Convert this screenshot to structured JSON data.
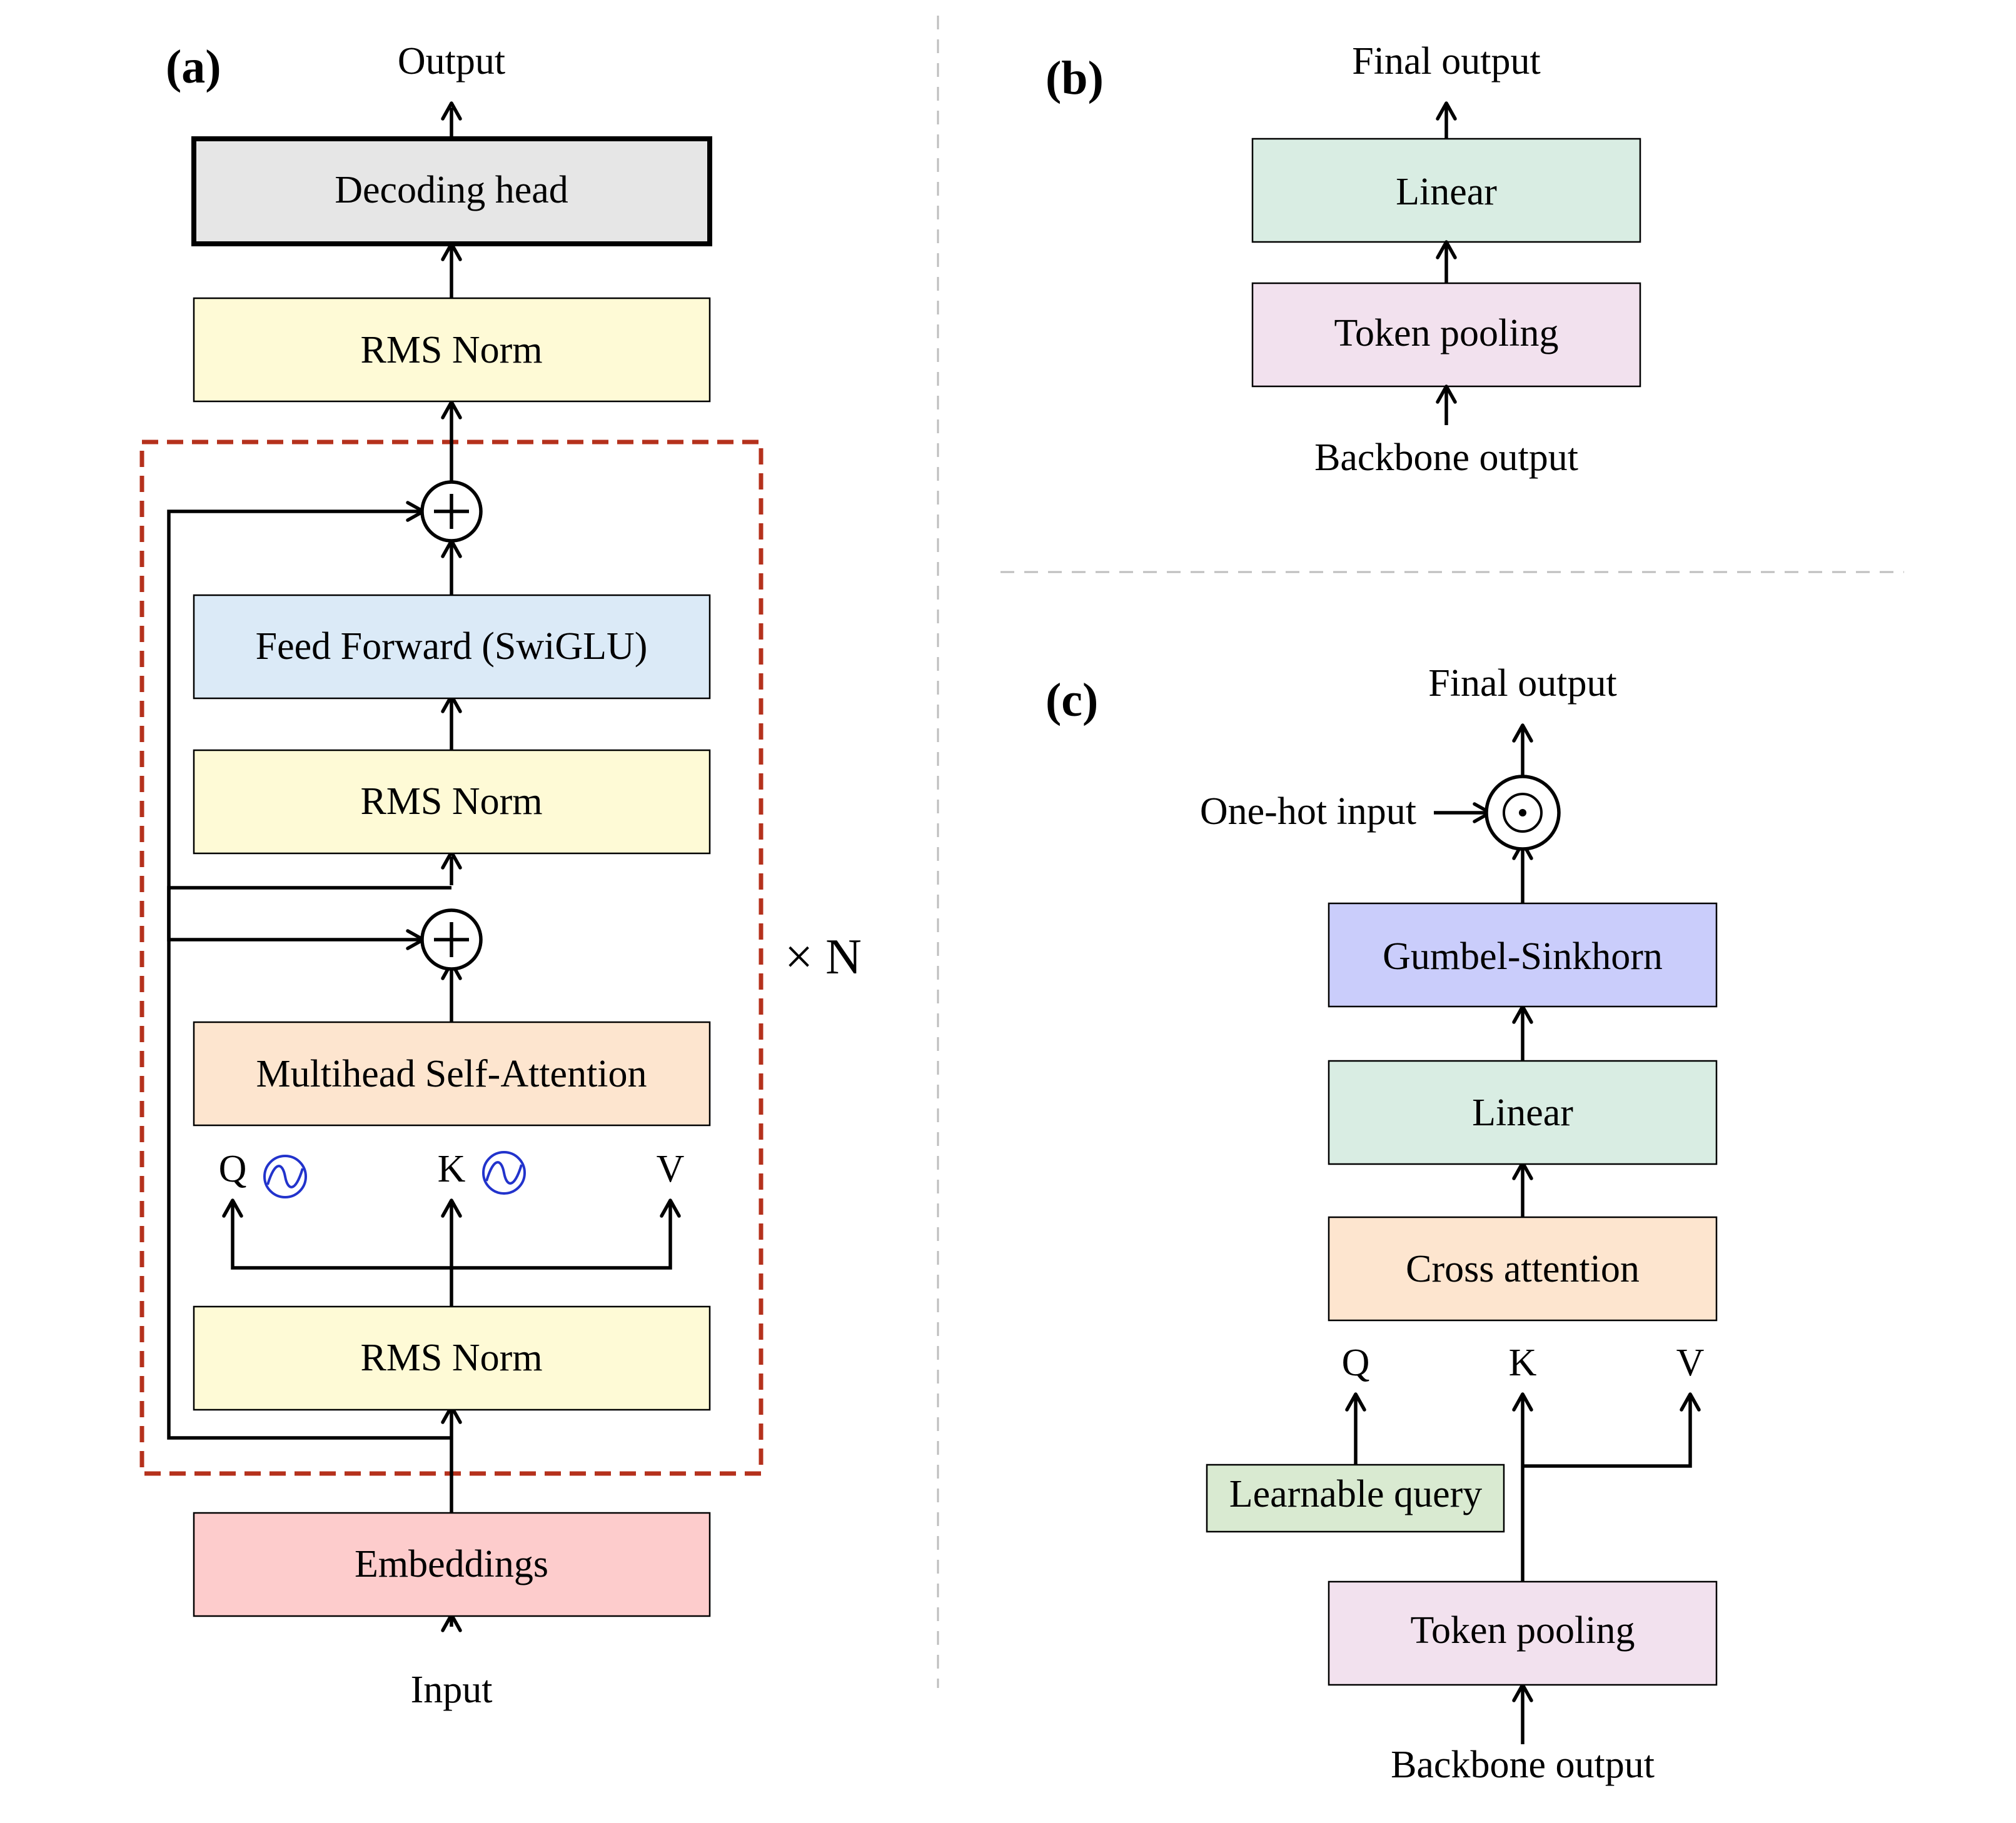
{
  "panels": {
    "a": {
      "tag": "(a)",
      "output": "Output",
      "input": "Input",
      "repeat": "× N",
      "blocks": {
        "decoding_head": "Decoding head",
        "final_norm": "RMS Norm",
        "feed_forward": "Feed Forward (SwiGLU)",
        "ffn_norm": "RMS Norm",
        "attention": "Multihead Self-Attention",
        "attn_norm": "RMS Norm",
        "embeddings": "Embeddings"
      },
      "qkv": [
        "Q",
        "K",
        "V"
      ],
      "rotary_icon": "rotary-embedding-icon"
    },
    "b": {
      "tag": "(b)",
      "output": "Final output",
      "input": "Backbone output",
      "blocks": {
        "linear": "Linear",
        "token_pooling": "Token pooling"
      }
    },
    "c": {
      "tag": "(c)",
      "output": "Final output",
      "side_input": "One-hot input",
      "input": "Backbone output",
      "blocks": {
        "gumbel_sinkhorn": "Gumbel-Sinkhorn",
        "linear": "Linear",
        "cross_attention": "Cross attention",
        "learnable_query": "Learnable query",
        "token_pooling": "Token pooling"
      },
      "qkv": [
        "Q",
        "K",
        "V"
      ]
    }
  },
  "colors": {
    "decoding_head": "#e6e6e6",
    "rms_norm": "#fefad6",
    "feed_forward": "#dbeaf7",
    "attention": "#fde5cf",
    "embeddings": "#fdcccc",
    "linear": "#d9ede3",
    "token_pooling": "#f2e1ee",
    "gumbel_sinkhorn": "#cacdfb",
    "learnable_query": "#d9ead1",
    "repeat_border": "#b5311c",
    "rope_icon": "#2233cc"
  }
}
